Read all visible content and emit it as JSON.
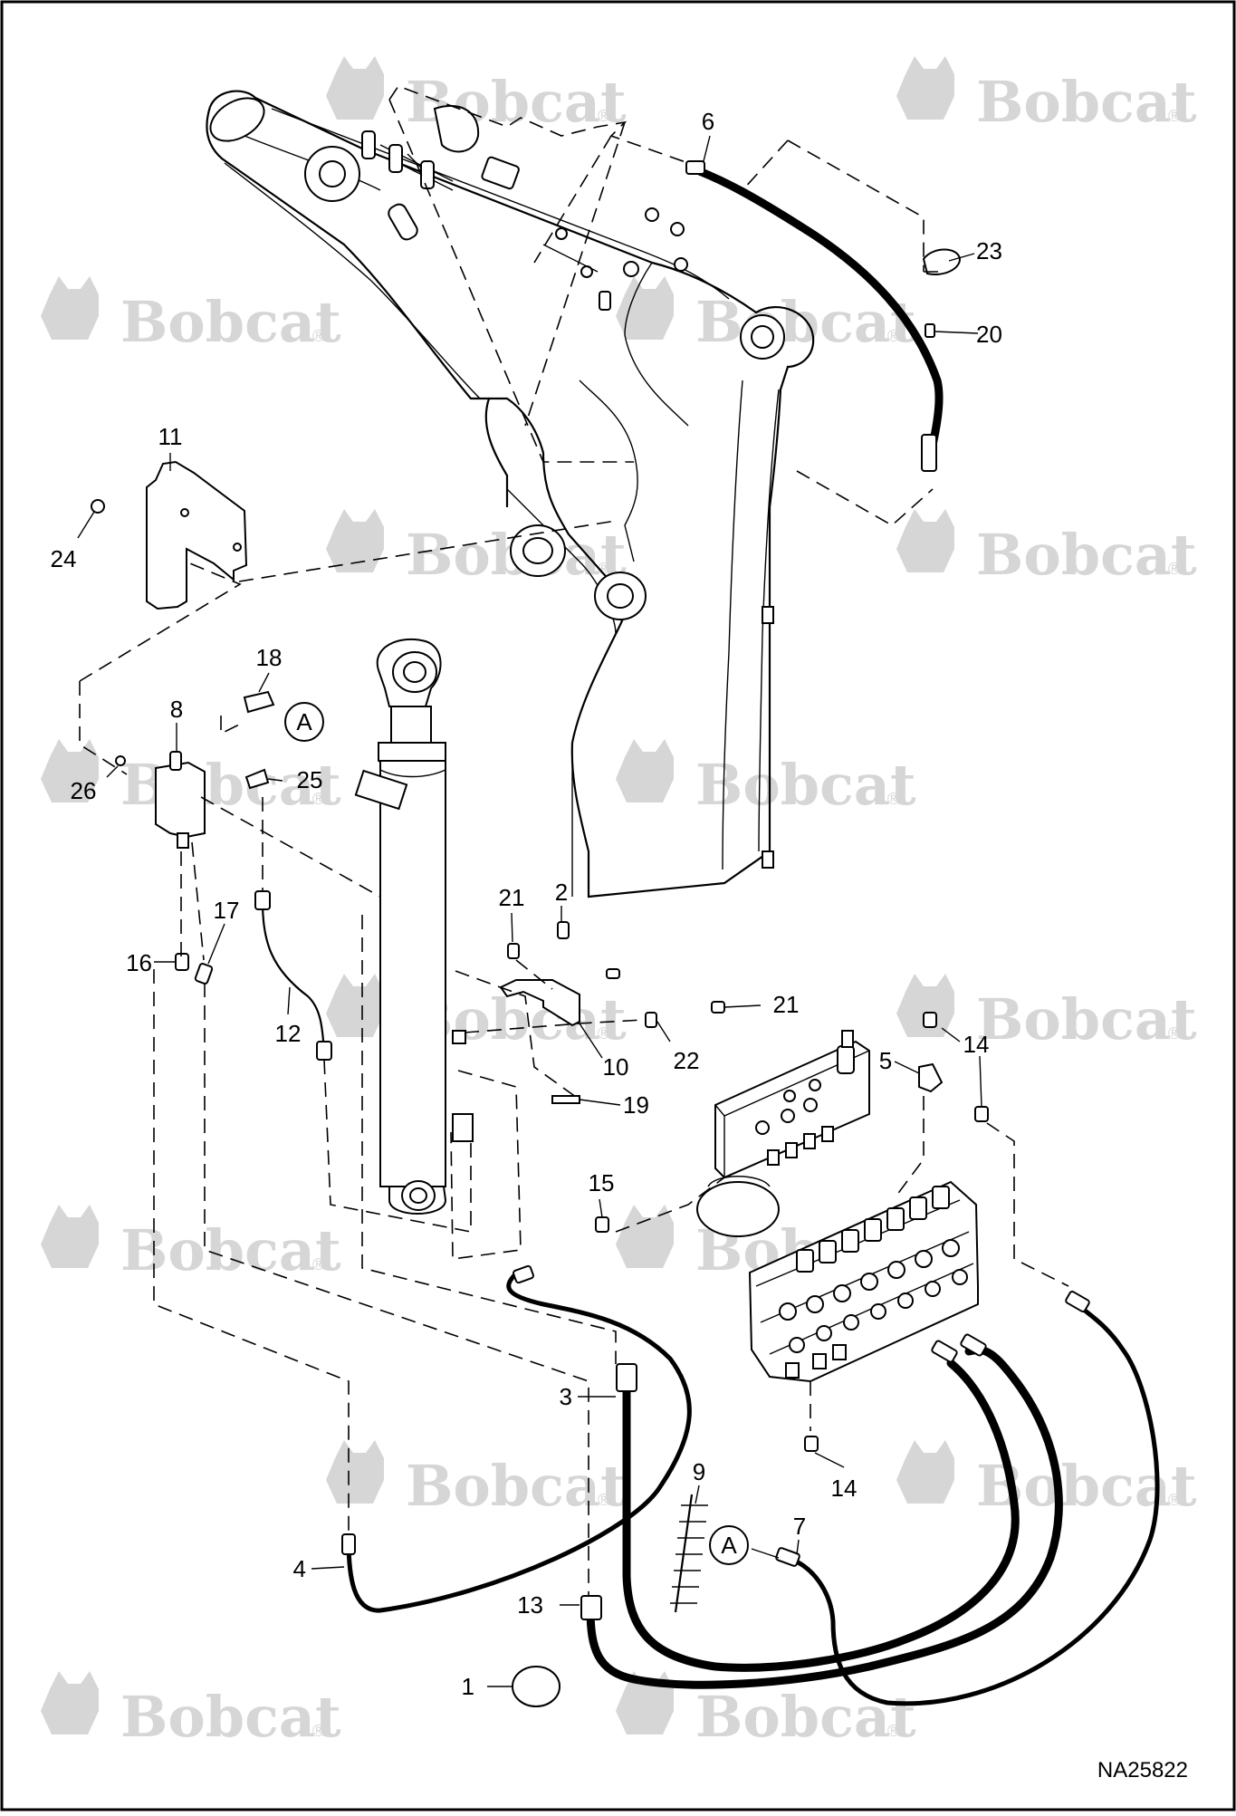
{
  "watermark": {
    "brand": "Bobcat",
    "reg": "®"
  },
  "drawing_id": "NA25822",
  "callouts": {
    "c1": "1",
    "c2": "2",
    "c3": "3",
    "c4": "4",
    "c5": "5",
    "c6": "6",
    "c7": "7",
    "c8": "8",
    "c9": "9",
    "c10": "10",
    "c11": "11",
    "c12": "12",
    "c13": "13",
    "c14a": "14",
    "c14b": "14",
    "c15": "15",
    "c16": "16",
    "c17": "17",
    "c18": "18",
    "c19": "19",
    "c20": "20",
    "c21a": "21",
    "c21b": "21",
    "c22": "22",
    "c23": "23",
    "c24": "24",
    "c25": "25",
    "c26": "26"
  },
  "reference_marks": {
    "a1": "A",
    "a2": "A"
  },
  "colors": {
    "line": "#000000",
    "background": "#ffffff",
    "watermark": "#d6d6d6"
  }
}
